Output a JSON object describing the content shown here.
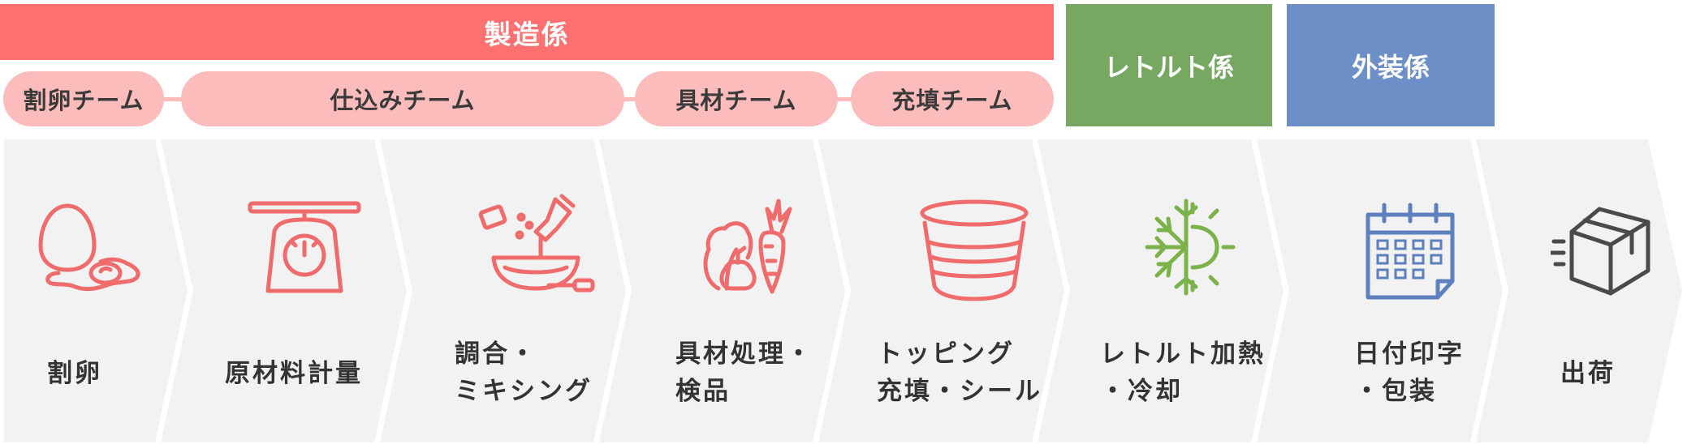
{
  "headers": {
    "manufacturing": "製造係",
    "retort": "レトルト係",
    "exterior": "外装係"
  },
  "colors": {
    "manufacturing": "#ff7070",
    "team_pill": "#fdbcbc",
    "retort": "#76a862",
    "exterior": "#6d8fc7",
    "chevron": "#f2f2f2",
    "icon_red": "#f06b6b",
    "icon_green": "#7bb24a",
    "icon_blue": "#5d80bf",
    "icon_dark": "#4a4a4a"
  },
  "teams": [
    {
      "label": "割卵チーム"
    },
    {
      "label": "仕込みチーム"
    },
    {
      "label": "具材チーム"
    },
    {
      "label": "充填チーム"
    }
  ],
  "steps": [
    {
      "line1": "割卵",
      "line2": "",
      "icon": "egg-icon"
    },
    {
      "line1": "原材料計量",
      "line2": "",
      "icon": "scale-icon"
    },
    {
      "line1": "調合・",
      "line2": "ミキシング",
      "icon": "mixing-bowl-icon"
    },
    {
      "line1": "具材処理・",
      "line2": "検品",
      "icon": "vegetables-icon"
    },
    {
      "line1": "トッピング",
      "line2": "充填・シール",
      "icon": "container-icon"
    },
    {
      "line1": "レトルト加熱",
      "line2": "・冷却",
      "icon": "hot-cold-icon"
    },
    {
      "line1": "日付印字",
      "line2": "・包装",
      "icon": "calendar-icon"
    },
    {
      "line1": "出荷",
      "line2": "",
      "icon": "shipping-box-icon"
    }
  ]
}
